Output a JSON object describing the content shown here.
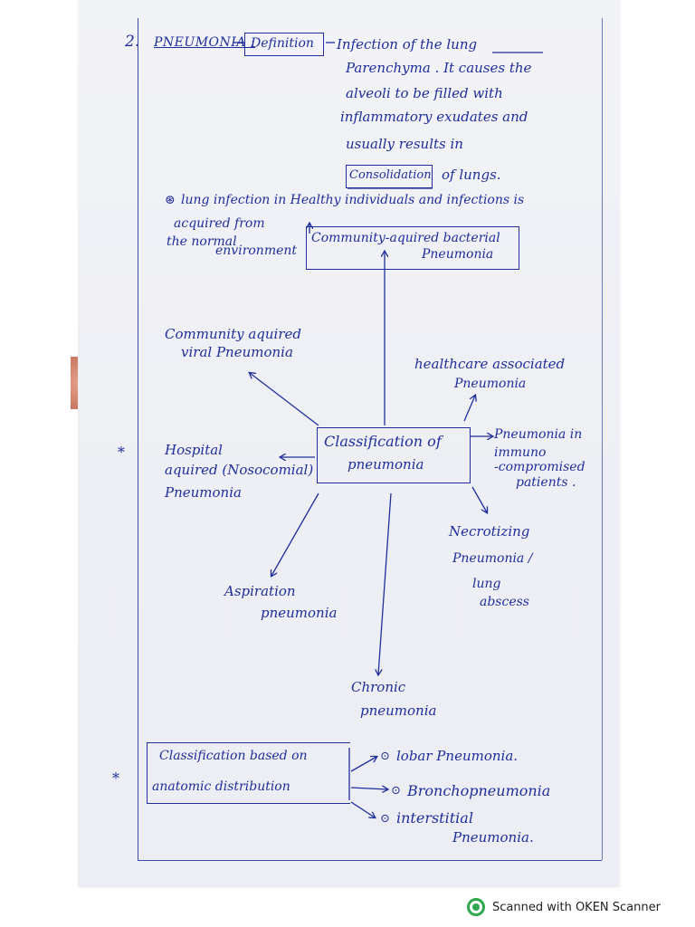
{
  "notes": {
    "heading": {
      "number": "2.",
      "title": "PNEUMONIA :",
      "definition_tag": "Definition",
      "definition_lines": [
        "Infection of  the  lung",
        "Parenchyma .  It   causes  the",
        "alveoli   to  be  filled   with",
        "inflammatory  exudates  and",
        "usually   results   in"
      ],
      "consolidation_tag": "Consolidation",
      "consolidation_tail": "of  lungs."
    },
    "community_note": {
      "line1": "lung infection in Healthy  individuals and infections is",
      "line2": "acquired from",
      "line3": "the normal",
      "line4": "environment"
    },
    "classification": {
      "center": [
        "Classification   of",
        "pneumonia"
      ],
      "branches": {
        "community_bacterial": [
          "Community-aquired bacterial",
          "Pneumonia"
        ],
        "community_viral": [
          "Community aquired",
          "viral  Pneumonia"
        ],
        "healthcare": [
          "healthcare  associated",
          "Pneumonia"
        ],
        "immuno": [
          "Pneumonia in",
          "immuno",
          "-compromised",
          "patients ."
        ],
        "hospital": [
          "Hospital",
          "aquired (Nosocomial)",
          "Pneumonia"
        ],
        "necrotizing": [
          "Necrotizing",
          "Pneumonia /",
          "lung",
          "abscess"
        ],
        "aspiration": [
          "Aspiration",
          "pneumonia"
        ],
        "chronic": [
          "Chronic",
          "pneumonia"
        ]
      },
      "star_marks": [
        "*",
        "*"
      ]
    },
    "anatomic": {
      "box": [
        "Classification   based   on",
        "anatomic    distribution"
      ],
      "items": [
        "lobar  Pneumonia.",
        "Bronchopneumonia",
        "interstitial",
        "Pneumonia."
      ]
    }
  },
  "footer": {
    "scanner_text": "Scanned with OKEN Scanner",
    "logo_icon": "oken-scanner-logo-icon",
    "logo_color": "#2fa84f"
  },
  "ink_color": "#1f2e9c"
}
